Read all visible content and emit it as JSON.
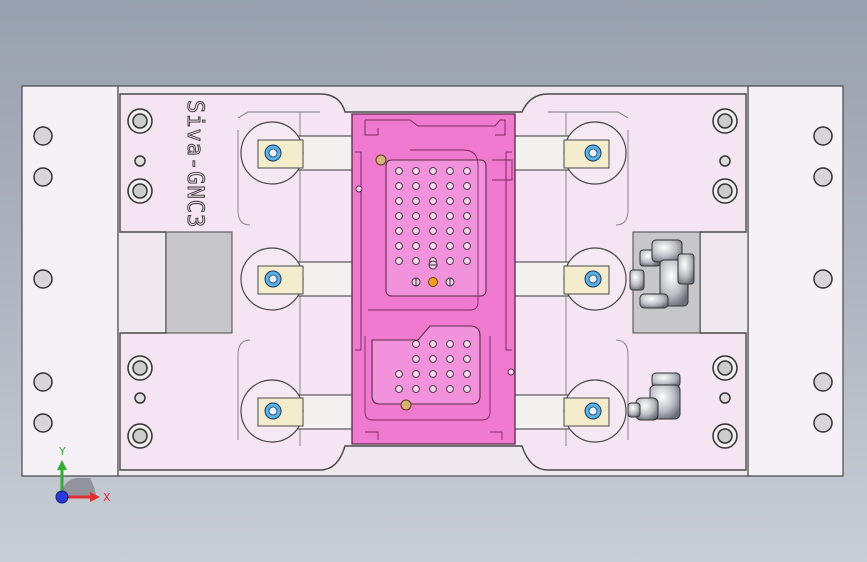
{
  "part": {
    "engraving": "Siva-GNC3"
  },
  "triad": {
    "x_label": "X",
    "y_label": "Y"
  },
  "colors": {
    "background_top": "#97a0ae",
    "background_bottom": "#c9ced6",
    "plate": "#f6f1f6",
    "plate_pink": "#f5e4f1",
    "nest": "#f07ad0",
    "clamp_pad": "#f3eccd",
    "screw_blue": "#56b4e9",
    "outline": "#4a4a4a",
    "axis_x": "#e03030",
    "axis_y": "#30b030",
    "axis_z": "#2a3ad8",
    "pin_orange": "#f0a020"
  }
}
